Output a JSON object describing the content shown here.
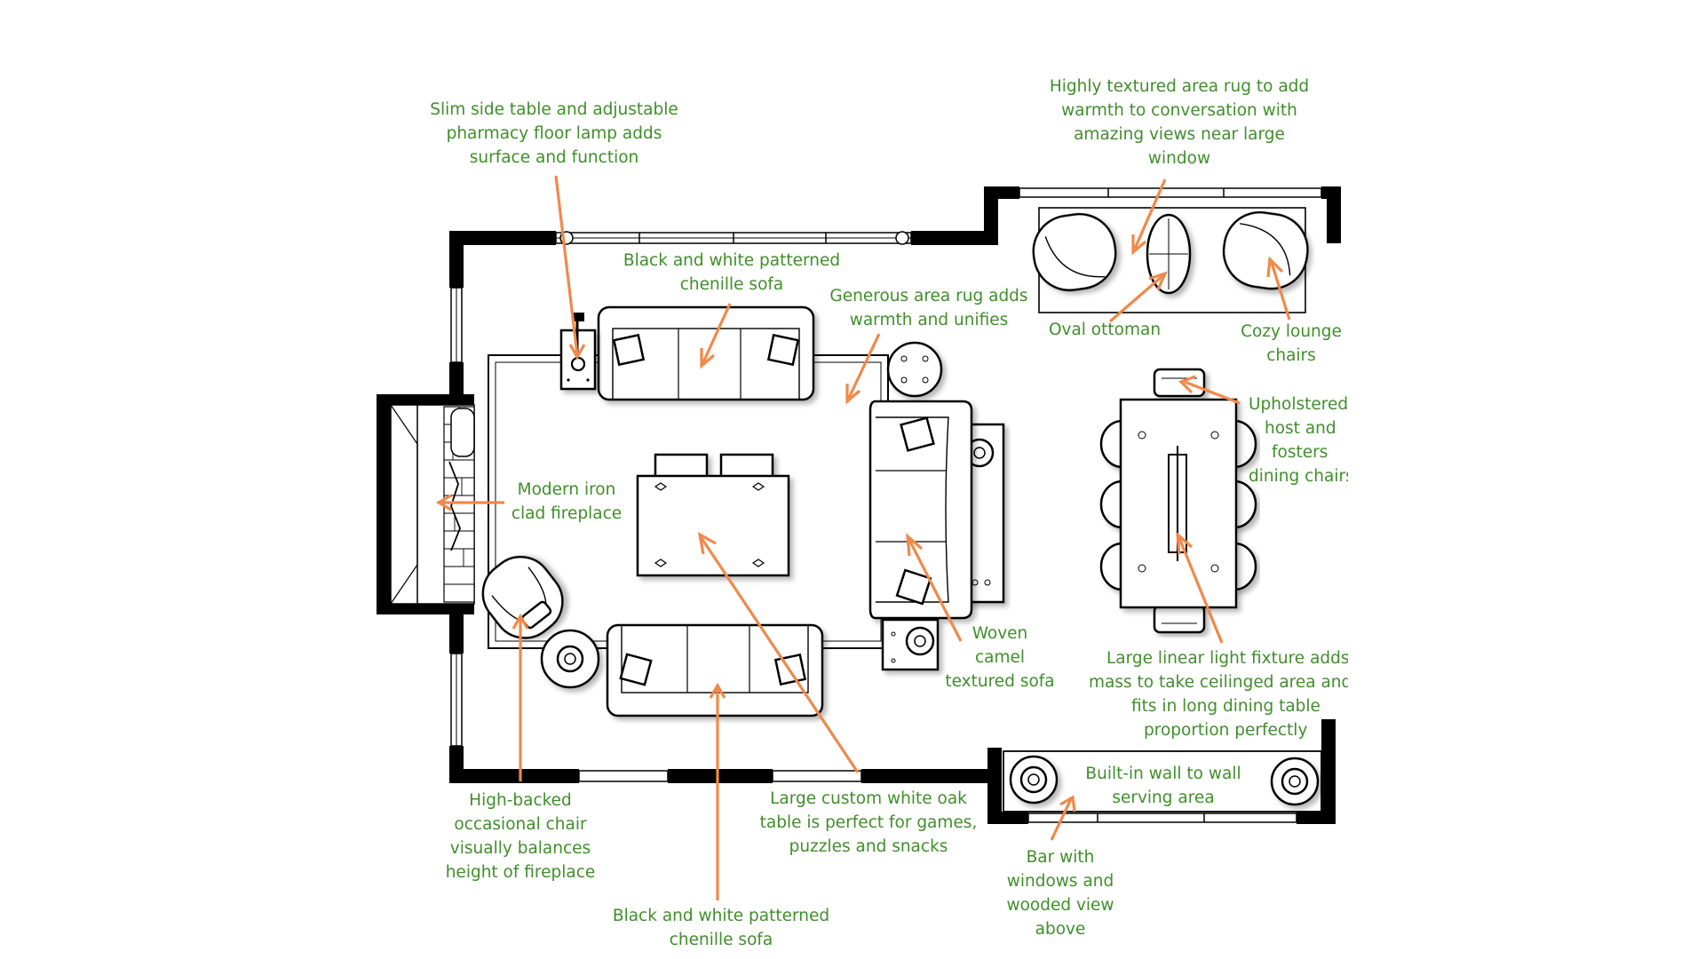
{
  "diagram": {
    "colors": {
      "label": "#3f8f2a",
      "arrow": "#f0894a",
      "wall": "#000000"
    },
    "labels": {
      "side_table": [
        "Slim side table and adjustable",
        "pharmacy floor lamp adds",
        "surface and function"
      ],
      "window_rug": [
        "Highly textured area rug to add",
        "warmth to conversation with",
        "amazing views near large",
        "window"
      ],
      "top_sofa": [
        "Black and white patterned",
        "chenille sofa"
      ],
      "area_rug": [
        "Generous area rug adds",
        "warmth and unifies"
      ],
      "ottoman": [
        "Oval ottoman"
      ],
      "lounge_chairs": [
        "Cozy lounge",
        "chairs"
      ],
      "dining_chairs": [
        "Upholstered",
        "host and",
        "fosters",
        "dining chairs"
      ],
      "fireplace": [
        "Modern iron",
        "clad fireplace"
      ],
      "camel_sofa": [
        "Woven",
        "camel",
        "textured sofa"
      ],
      "light_fixture": [
        "Large linear light fixture adds",
        "mass to take ceilinged area and",
        "fits in long dining table",
        "proportion perfectly"
      ],
      "serving_area": [
        "Built-in wall to wall",
        "serving area"
      ],
      "occasional_chair": [
        "High-backed",
        "occasional chair",
        "visually balances",
        "height of fireplace"
      ],
      "oak_table": [
        "Large custom white oak",
        "table is perfect for games,",
        "puzzles and snacks"
      ],
      "bottom_sofa": [
        "Black and white patterned",
        "chenille sofa"
      ],
      "bar": [
        "Bar with",
        "windows and",
        "wooded view",
        "above"
      ]
    }
  }
}
